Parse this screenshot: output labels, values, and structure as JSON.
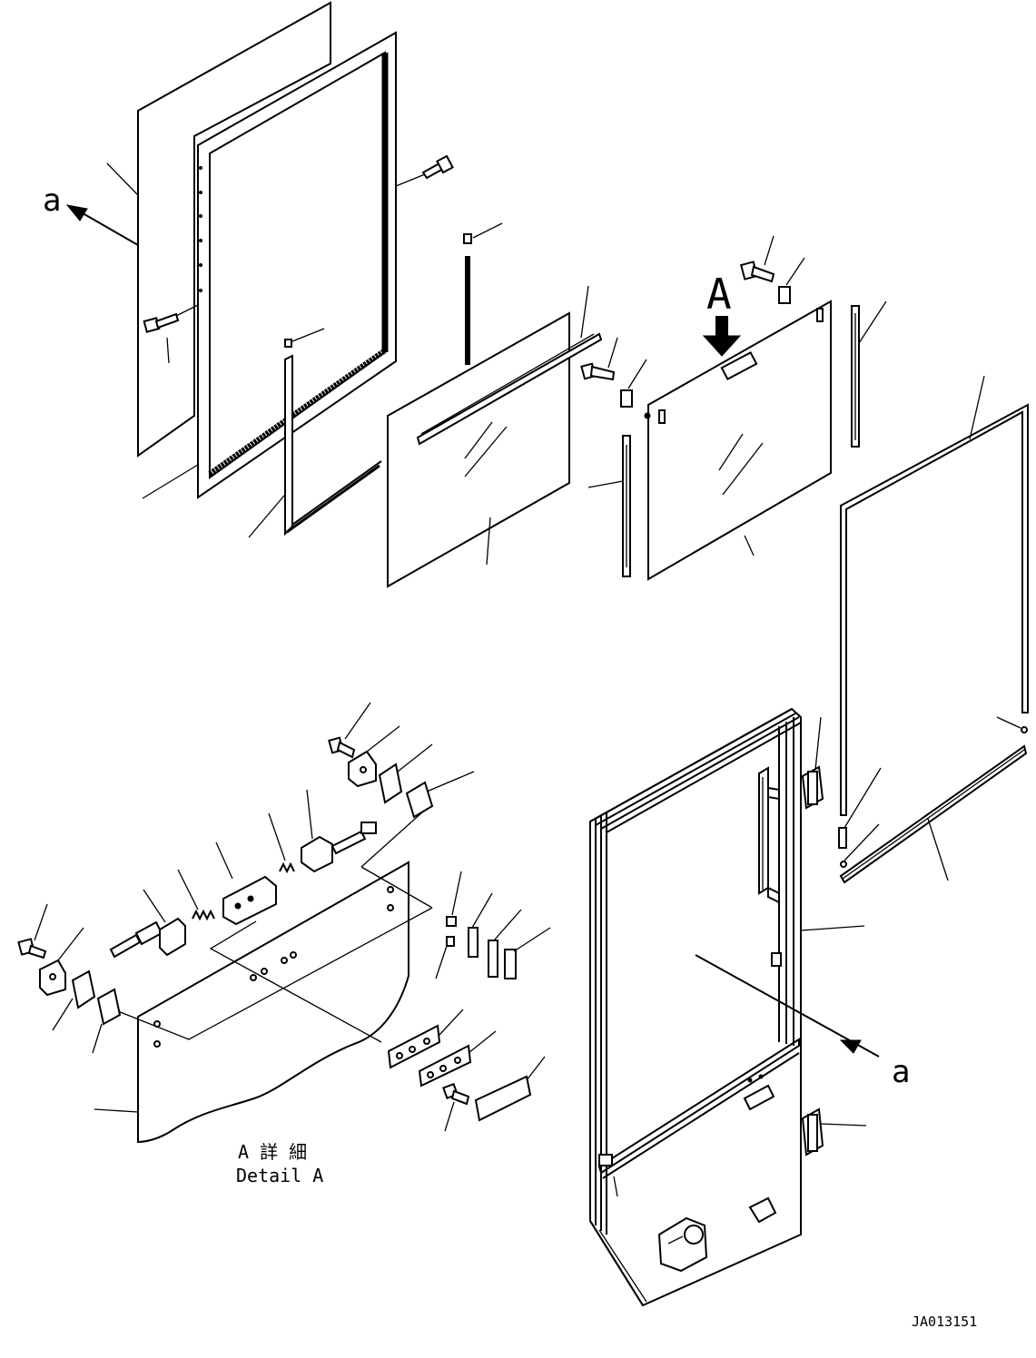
{
  "labels": {
    "view_arrow_top": "a",
    "view_arrow_bottom": "a",
    "detail_marker": "A",
    "detail_title_jp": "A 詳 細",
    "detail_title_en": "Detail A",
    "drawing_number": "JA013151"
  }
}
